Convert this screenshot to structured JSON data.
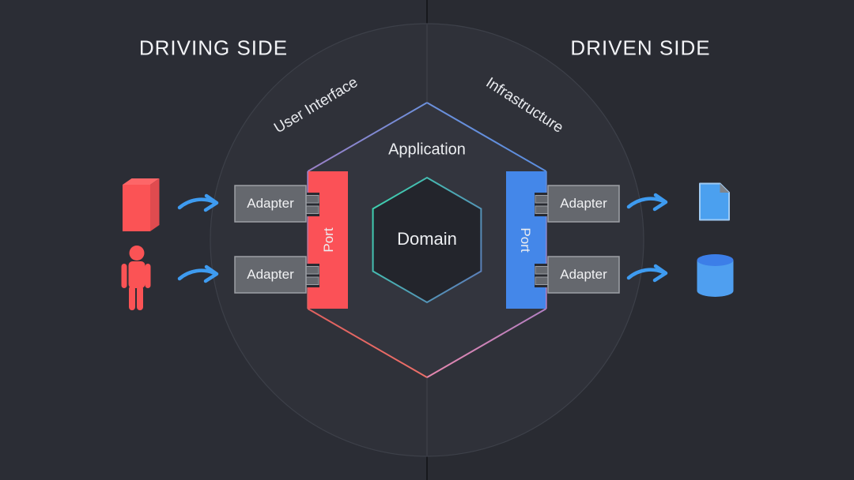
{
  "titles": {
    "driving_side": "DRIVING SIDE",
    "driven_side": "DRIVEN SIDE"
  },
  "ring": {
    "left_label": "User Interface",
    "right_label": "Infrastructure"
  },
  "hexagon": {
    "outer_label": "Application",
    "inner_label": "Domain"
  },
  "ports": {
    "left_label": "Port",
    "right_label": "Port"
  },
  "adapters": {
    "driving_top_label": "Adapter",
    "driving_bottom_label": "Adapter",
    "driven_top_label": "Adapter",
    "driven_bottom_label": "Adapter"
  },
  "icons": {
    "driving_actor_1": "red-cube-icon",
    "driving_actor_2": "person-icon",
    "driven_actor_1": "document-icon",
    "driven_actor_2": "database-icon",
    "connectors": "curved-arrow-icon"
  },
  "colors": {
    "bg_left": "#2b2d35",
    "bg_right": "#292b32",
    "divider_dark": "#17181d",
    "divider_light": "#41444d",
    "circle_fill": "#2f3139",
    "circle_stroke": "#3d4049",
    "hexagon_fill": "#33353e",
    "domain_fill": "#23252c",
    "port_red": "#fb5157",
    "port_blue": "#4487e9",
    "adapter_fill": "#65686e",
    "adapter_border": "#9da0a6",
    "notch_dark": "#282a31",
    "arrow_blue": "#3e9bf0",
    "actor_red": "#fb5355",
    "actor_red_light": "#fd6668",
    "actor_red_dark": "#e04b4f",
    "doc_blue": "#4ba0ef",
    "doc_border": "#9fcbf4",
    "doc_fold_gray": "#7e848b",
    "db_body_blue": "#4f9ff0",
    "db_top_blue": "#3c7ee8",
    "edge_blue": "#6690e0",
    "edge_purple": "#9c80c6",
    "edge_red": "#e8655f",
    "edge_pink": "#e687ae",
    "inner_edge_teal": "#3ed0af",
    "inner_edge_blue": "#5b80b9",
    "text": "#eceef1"
  }
}
